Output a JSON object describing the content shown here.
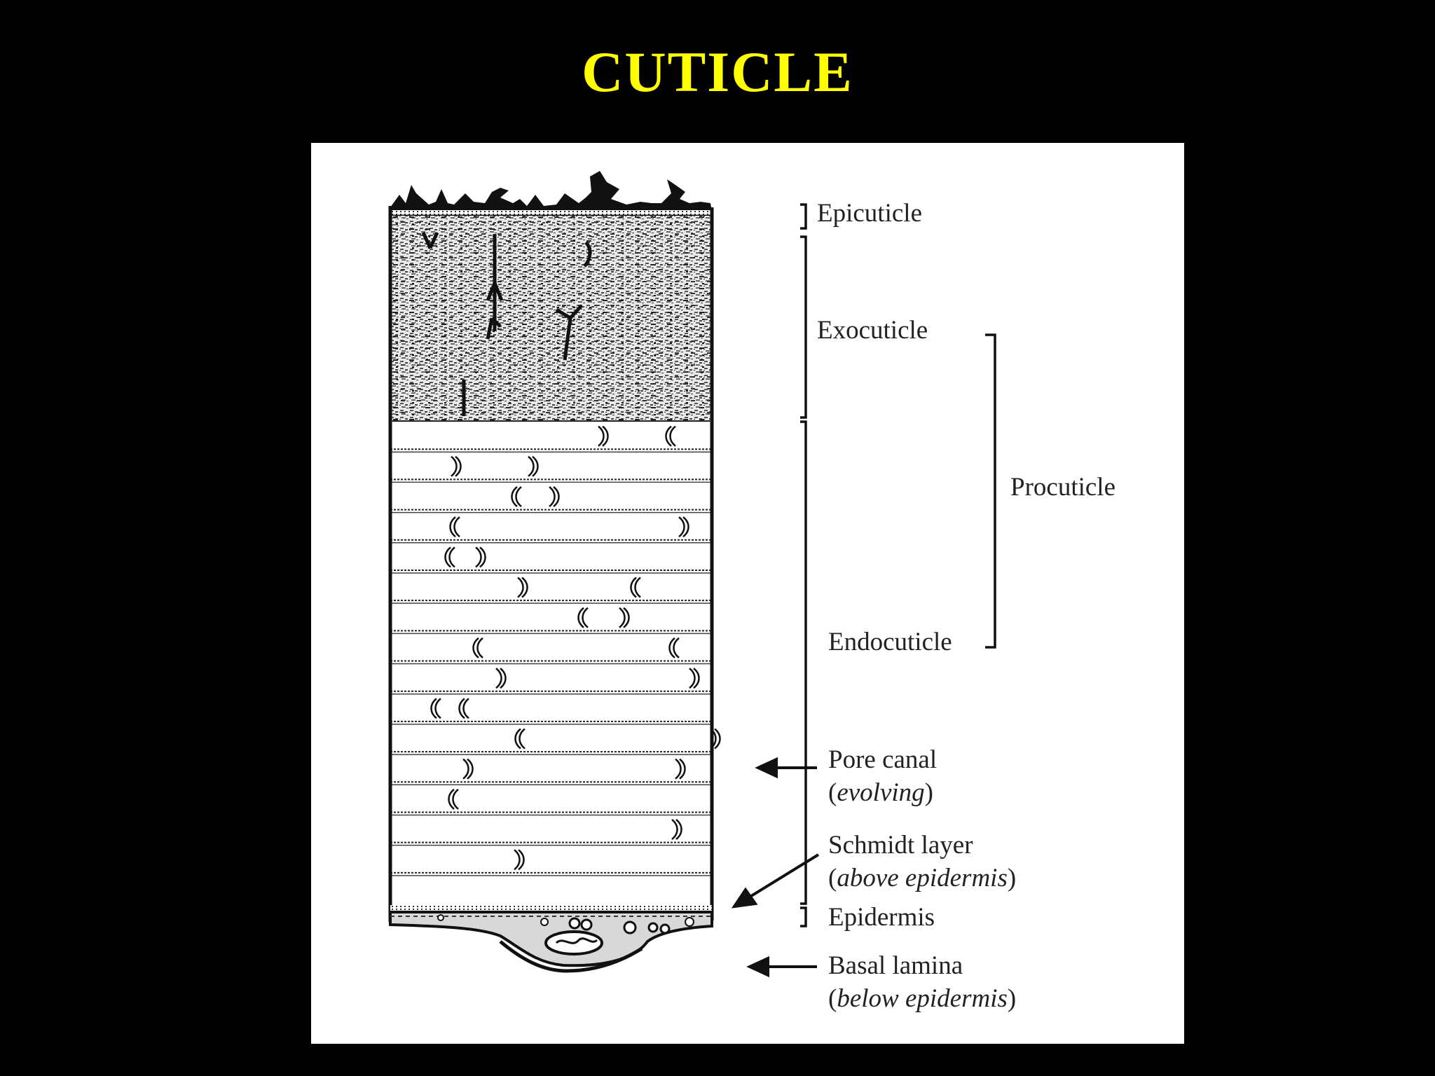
{
  "slide": {
    "title": "CUTICLE"
  },
  "colors": {
    "background": "#000000",
    "title": "#FFFF00",
    "figure_background": "#FFFFFF",
    "ink": "#222222"
  },
  "diagram": {
    "labels": {
      "epicuticle": "Epicuticle",
      "exocuticle": "Exocuticle",
      "procuticle": "Procuticle",
      "endocuticle": "Endocuticle",
      "pore_canal": "Pore canal",
      "pore_canal_note": "evolving",
      "schmidt_layer": "Schmidt layer",
      "schmidt_layer_note": "above epidermis",
      "epidermis": "Epidermis",
      "basal_lamina": "Basal lamina",
      "basal_lamina_note": "below epidermis"
    }
  }
}
